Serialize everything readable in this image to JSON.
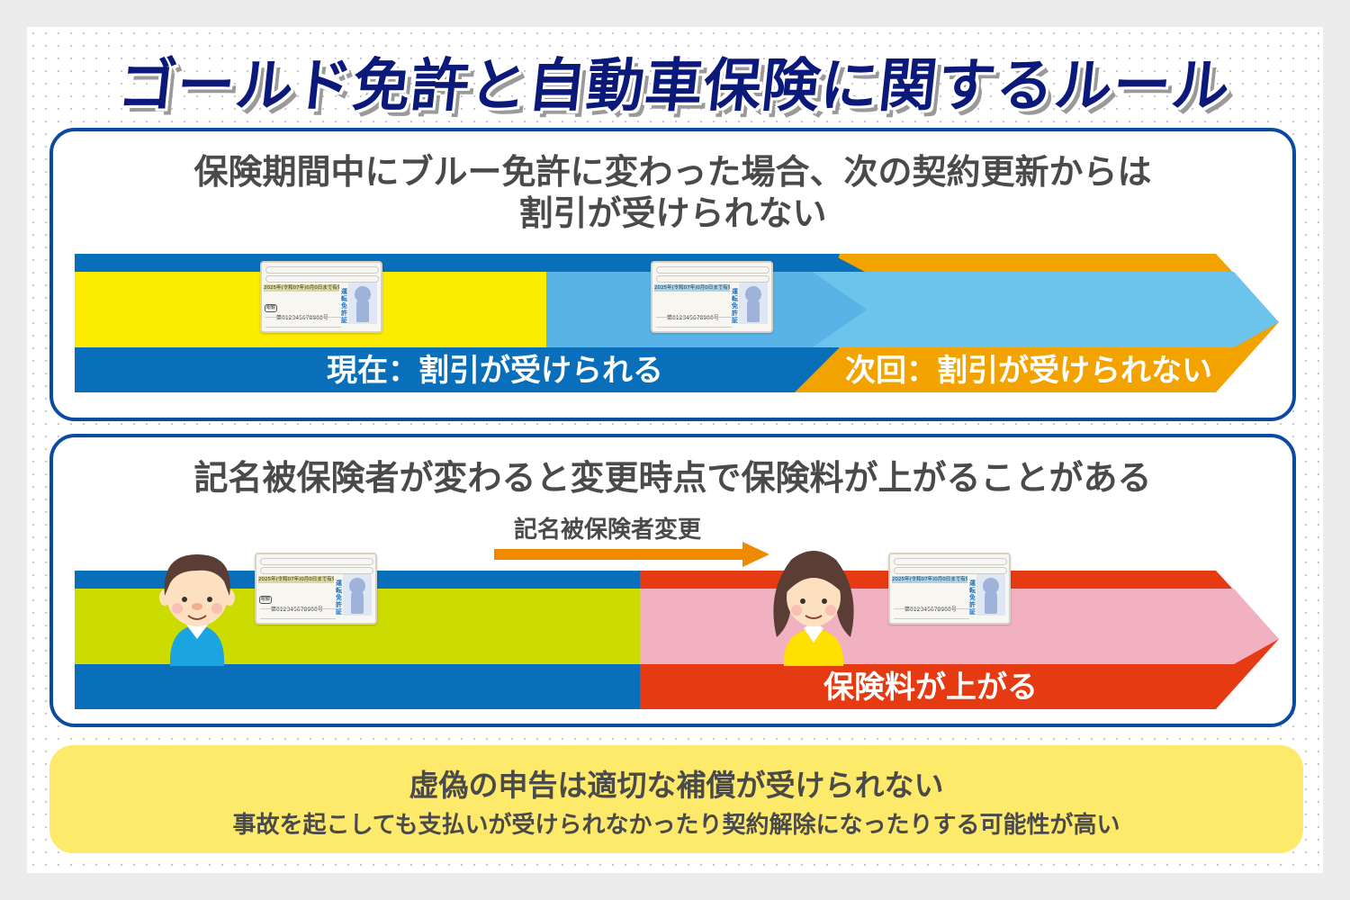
{
  "title": "ゴールド免許と自動車保険に関するルール",
  "colors": {
    "title_navy": "#0b1a7a",
    "panel_border": "#0a4aa0",
    "current_blue": "#0a6fba",
    "gold_yellow": "#fcec00",
    "light_blue": "#5ab3e6",
    "light_blue_next": "#6cc4ec",
    "orange": "#f3a300",
    "lime": "#cddc00",
    "pink": "#f2b1c0",
    "red": "#e63a12",
    "change_arrow": "#ef8a00",
    "footer_yellow": "#fde96a",
    "text_gray": "#4a4a4a"
  },
  "sections": [
    {
      "heading_line1": "保険期間中にブルー免許に変わった場合、次の契約更新からは",
      "heading_line2": "割引が受けられない",
      "current_label": "現在：割引が受けられる",
      "next_label": "次回：割引が受けられない",
      "cards": [
        {
          "type": "gold",
          "expiry": "2025年(令和07年)0月0日まで有効",
          "condition": "眼鏡",
          "number": "第012345678900号",
          "title": "運転免許証"
        },
        {
          "type": "blue",
          "expiry": "2025年(令和07年)0月0日まで有効",
          "number": "第012345678900号",
          "title": "運転免許証"
        }
      ]
    },
    {
      "heading": "記名被保険者が変わると変更時点で保険料が上がることがある",
      "change_label": "記名被保険者変更",
      "result_label": "保険料が上がる",
      "people": [
        {
          "name": "man",
          "shirt": "blue"
        },
        {
          "name": "woman",
          "shirt": "yellow"
        }
      ],
      "cards": [
        {
          "type": "gold",
          "expiry": "2025年(令和07年)0月0日まで有効",
          "condition": "眼鏡",
          "number": "第012345678900号",
          "title": "運転免許証"
        },
        {
          "type": "blue",
          "expiry": "2025年(令和07年)0月0日まで有効",
          "number": "第012345678900号",
          "title": "運転免許証"
        }
      ]
    }
  ],
  "footer": {
    "title": "虚偽の申告は適切な補償が受けられない",
    "subtitle": "事故を起こしても支払いが受けられなかったり契約解除になったりする可能性が高い"
  }
}
